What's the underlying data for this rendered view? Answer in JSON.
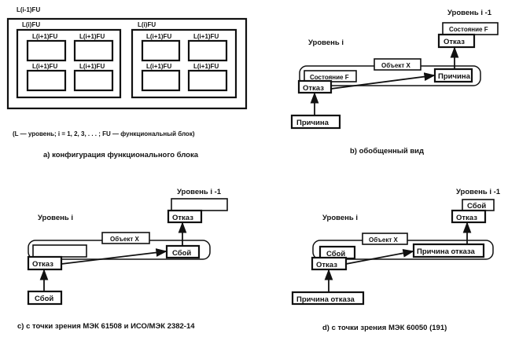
{
  "panel_a": {
    "outer_label": "L(i-1)FU",
    "mid_label": "L(i)FU",
    "inner_label": "L(i+1)FU",
    "legend": "(L — уровень; i = 1, 2, 3, . . . ; FU — функциональный блок)",
    "caption": "a)  конфигурация функционального блока"
  },
  "panel_b": {
    "level_upper": "Уровень i -1",
    "level_lower": "Уровень i",
    "upper_state": "Состояние F",
    "upper_failure": "Отказ",
    "object": "Объект X",
    "lower_state": "Состояние F",
    "lower_failure": "Отказ",
    "right_cause": "Причина",
    "bottom_cause": "Причина",
    "caption": "b)  обобщенный вид"
  },
  "panel_c": {
    "level_upper": "Уровень i -1",
    "level_lower": "Уровень i",
    "upper_failure": "Отказ",
    "object": "Объект X",
    "lower_failure": "Отказ",
    "right_fault": "Сбой",
    "bottom_fault": "Сбой",
    "caption": "c)  с точки зрения МЭК 61508 и ИСО/МЭК 2382-14"
  },
  "panel_d": {
    "level_upper": "Уровень i -1",
    "level_lower": "Уровень i",
    "upper_fault": "Сбой",
    "upper_failure": "Отказ",
    "object": "Объект X",
    "lower_fault": "Сбой",
    "lower_failure": "Отказ",
    "right_cause": "Причина отказа",
    "bottom_cause": "Причина отказа",
    "caption": "d)  с точки зрения МЭК 60050 (191)"
  }
}
